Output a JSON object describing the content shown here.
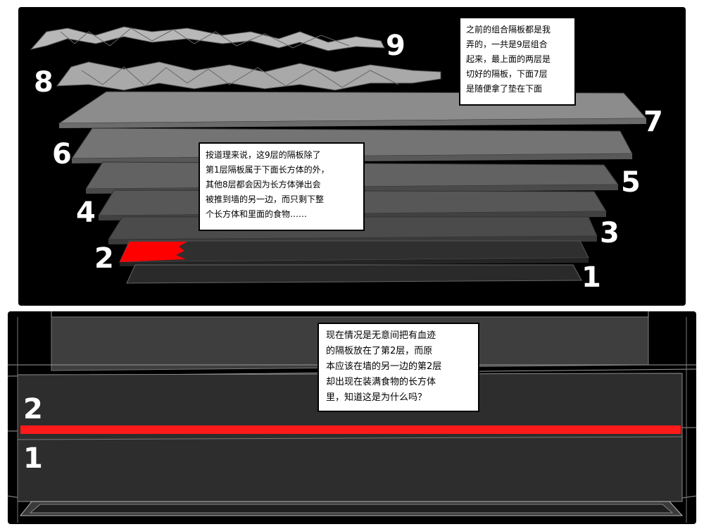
{
  "top_panel": {
    "layer_numbers": [
      "1",
      "2",
      "3",
      "4",
      "5",
      "6",
      "7",
      "8",
      "9"
    ],
    "note_right": [
      "之前的组合隔板都是我",
      "弄的，一共是9层组合",
      "起来，最上面的两层是",
      "切好的隔板，下面7层",
      "是随便拿了垫在下面"
    ],
    "note_center": [
      "按道理来说，这9层的隔板除了",
      "第1层隔板属于下面长方体的外，",
      "其他8层都会因为长方体弹出会",
      "被推到墙的另一边，而只剩下整",
      "个长方体和里面的食物……"
    ]
  },
  "bottom_panel": {
    "layer_numbers": [
      "2",
      "1"
    ],
    "note": [
      "现在情况是无意间把有血迹",
      "的隔板放在了第2层，而原",
      "本应该在墙的另一边的第2层",
      "却出现在装满食物的长方体",
      "里，知道这是为什么吗？"
    ]
  },
  "colors": {
    "panel_bg": "#000000",
    "blood_red": "#ff0000",
    "plate_light": "#8a8a8a",
    "plate_dark": "#2f2f2f"
  }
}
